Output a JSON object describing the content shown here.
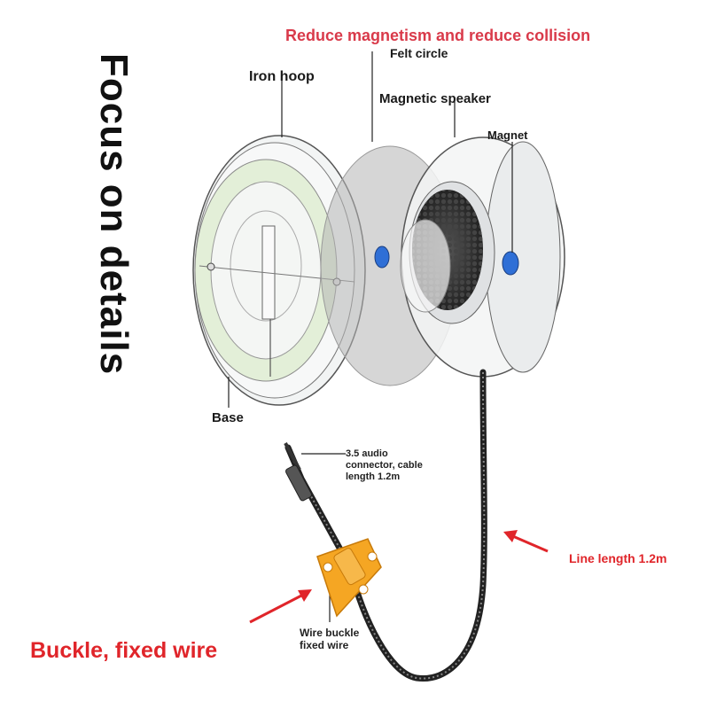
{
  "title_vertical": "Focus on details",
  "headline": "Reduce magnetism and reduce collision",
  "labels": {
    "felt_circle": "Felt circle",
    "iron_hoop": "Iron hoop",
    "magnetic_speaker": "Magnetic speaker",
    "magnet": "Magnet",
    "base": "Base",
    "audio_connector_line1": "3.5 audio",
    "audio_connector_line2": "connector, cable",
    "audio_connector_line3": "length 1.2m",
    "line_length": "Line length 1.2m",
    "wire_buckle_line1": "Wire buckle",
    "wire_buckle_line2": "fixed wire",
    "buckle_fixed_wire": "Buckle, fixed wire"
  },
  "colors": {
    "headline": "#d93a4a",
    "callout_red": "#e0252a",
    "buckle_orange": "#f5a623",
    "magnet_blue": "#2f6fd6",
    "felt_gray": "#b5b5b5",
    "base_green": "#e3efd8"
  }
}
